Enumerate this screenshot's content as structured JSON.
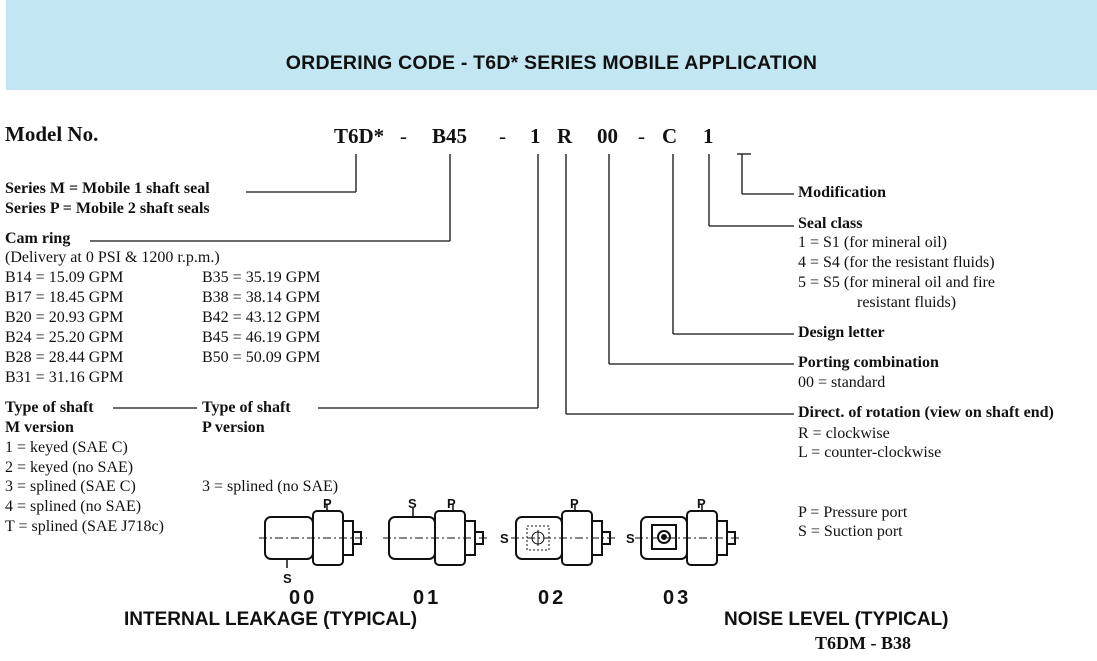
{
  "header": {
    "title": "ORDERING CODE - T6D* SERIES MOBILE APPLICATION"
  },
  "model": {
    "label": "Model No.",
    "codes": {
      "series": "T6D*",
      "cam": "B45",
      "shaft": "1",
      "rotation": "R",
      "porting": "00",
      "design": "C",
      "seal": "1"
    },
    "dash": "-"
  },
  "series": {
    "line1": "Series M = Mobile 1 shaft seal",
    "line2": "Series P  = Mobile 2 shaft seals"
  },
  "cam_ring": {
    "title": "Cam ring",
    "subtitle": "(Delivery at 0 PSI & 1200 r.p.m.)",
    "col1": [
      "B14 = 15.09 GPM",
      "B17 = 18.45 GPM",
      "B20 = 20.93 GPM",
      "B24 = 25.20 GPM",
      "B28 = 28.44 GPM",
      "B31 = 31.16 GPM"
    ],
    "col2": [
      "B35 = 35.19 GPM",
      "B38 = 38.14 GPM",
      "B42 = 43.12 GPM",
      "B45 = 46.19 GPM",
      "B50 = 50.09 GPM"
    ]
  },
  "shaft": {
    "m_title": "Type of shaft",
    "m_sub": "M version",
    "p_title": "Type of shaft",
    "p_sub": "P version",
    "m_items": [
      "1 = keyed (SAE C)",
      "2 = keyed (no SAE)",
      "3 = splined (SAE C)",
      "4 = splined (no SAE)",
      "T = splined (SAE J718c)"
    ],
    "p_items": [
      "3 = splined (no SAE)"
    ]
  },
  "modification": {
    "title": "Modification"
  },
  "seal_class": {
    "title": "Seal class",
    "items": [
      "1 = S1 (for mineral oil)",
      "4 = S4 (for the resistant fluids)",
      "5 = S5 (for mineral oil and fire",
      "resistant fluids)"
    ]
  },
  "design_letter": {
    "title": "Design letter"
  },
  "porting": {
    "title": "Porting combination",
    "items": [
      "00 = standard"
    ]
  },
  "rotation": {
    "title": "Direct. of rotation (view on shaft end)",
    "items": [
      "R = clockwise",
      "L = counter-clockwise"
    ]
  },
  "ports": {
    "items": [
      "P = Pressure port",
      "S = Suction port"
    ],
    "p_letter": "P",
    "s_letter": "S"
  },
  "diagram_labels": [
    "00",
    "01",
    "02",
    "03"
  ],
  "footer": {
    "left": "INTERNAL LEAKAGE (TYPICAL)",
    "right": "NOISE LEVEL (TYPICAL)",
    "right_sub": "T6DM - B38"
  }
}
